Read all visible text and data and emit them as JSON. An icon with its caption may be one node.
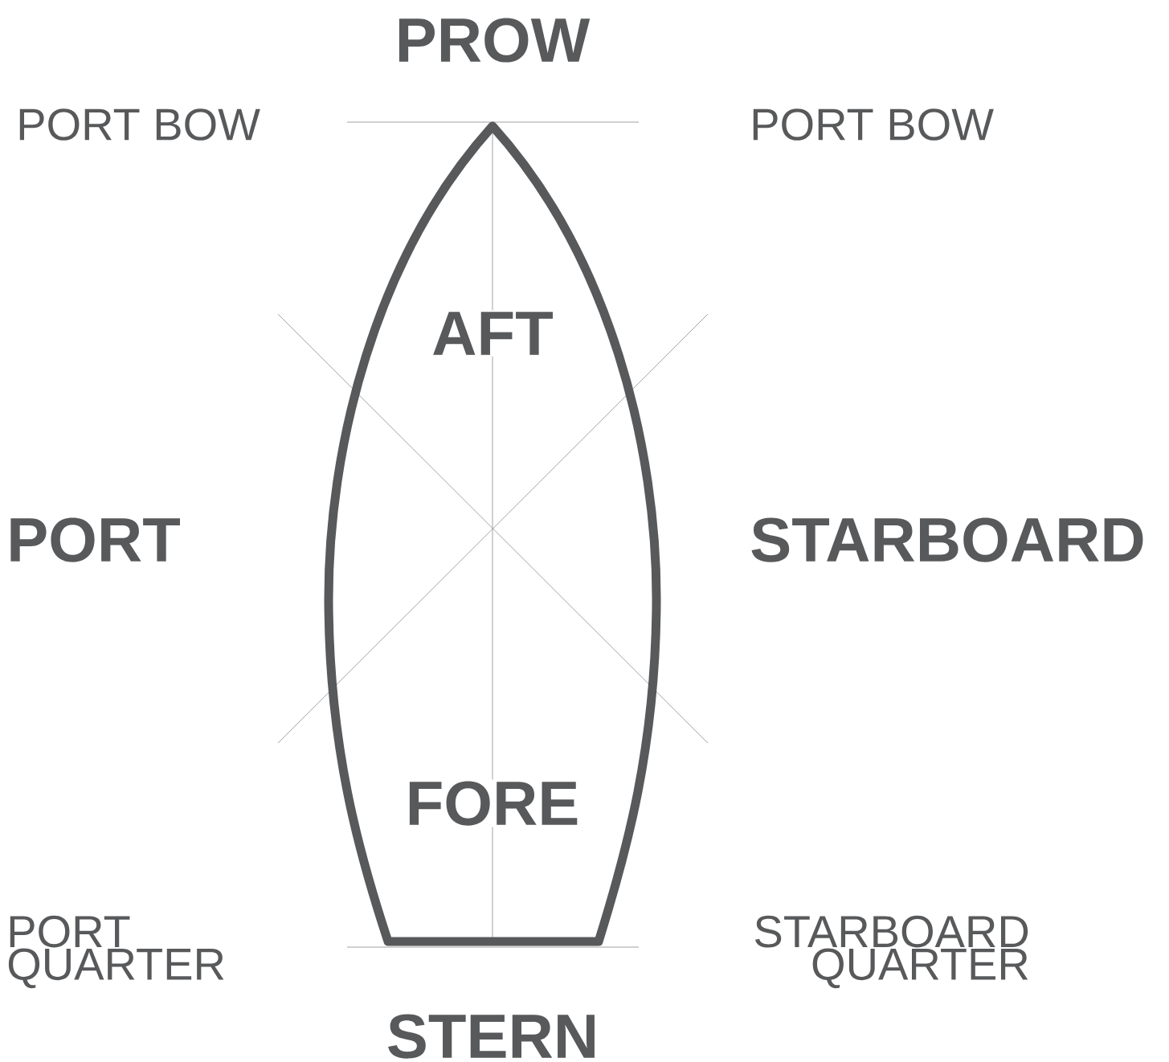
{
  "diagram": {
    "labels": [
      "PROW",
      "PORT BOW",
      "PORT BOW",
      "AFT",
      "PORT",
      "STARBOARD",
      "FORE",
      "PORT QUARTER",
      "STARBOARD QUARTER",
      "STERN"
    ]
  }
}
